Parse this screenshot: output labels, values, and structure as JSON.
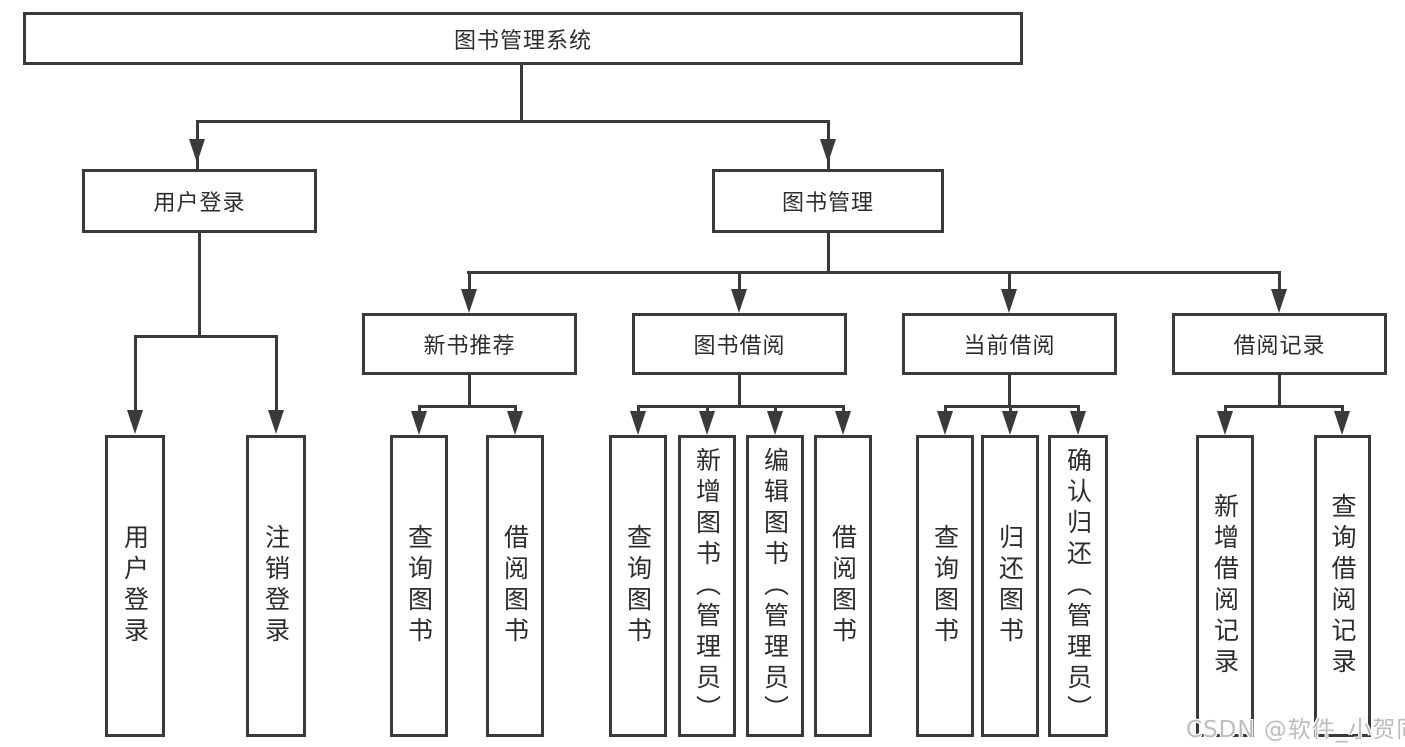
{
  "colors": {
    "background": "#ffffff",
    "line": "#3a3a3a",
    "text": "#2d2d2d",
    "watermark": "#bdbdbd"
  },
  "tree": {
    "root": {
      "label": "图书管理系统"
    },
    "children": [
      {
        "label": "用户登录",
        "children": [
          {
            "label": "用户登录"
          },
          {
            "label": "注销登录"
          }
        ]
      },
      {
        "label": "图书管理",
        "children": [
          {
            "label": "新书推荐",
            "children": [
              {
                "label": "查询图书"
              },
              {
                "label": "借阅图书"
              }
            ]
          },
          {
            "label": "图书借阅",
            "children": [
              {
                "label": "查询图书"
              },
              {
                "label": "新增图书（管理员）"
              },
              {
                "label": "编辑图书（管理员）"
              },
              {
                "label": "借阅图书"
              }
            ]
          },
          {
            "label": "当前借阅",
            "children": [
              {
                "label": "查询图书"
              },
              {
                "label": "归还图书"
              },
              {
                "label": "确认归还（管理员）"
              }
            ]
          },
          {
            "label": "借阅记录",
            "children": [
              {
                "label": "新增借阅记录"
              },
              {
                "label": "查询借阅记录"
              }
            ]
          }
        ]
      }
    ]
  },
  "watermark": {
    "text": "CSDN @软件_小贺同学"
  }
}
